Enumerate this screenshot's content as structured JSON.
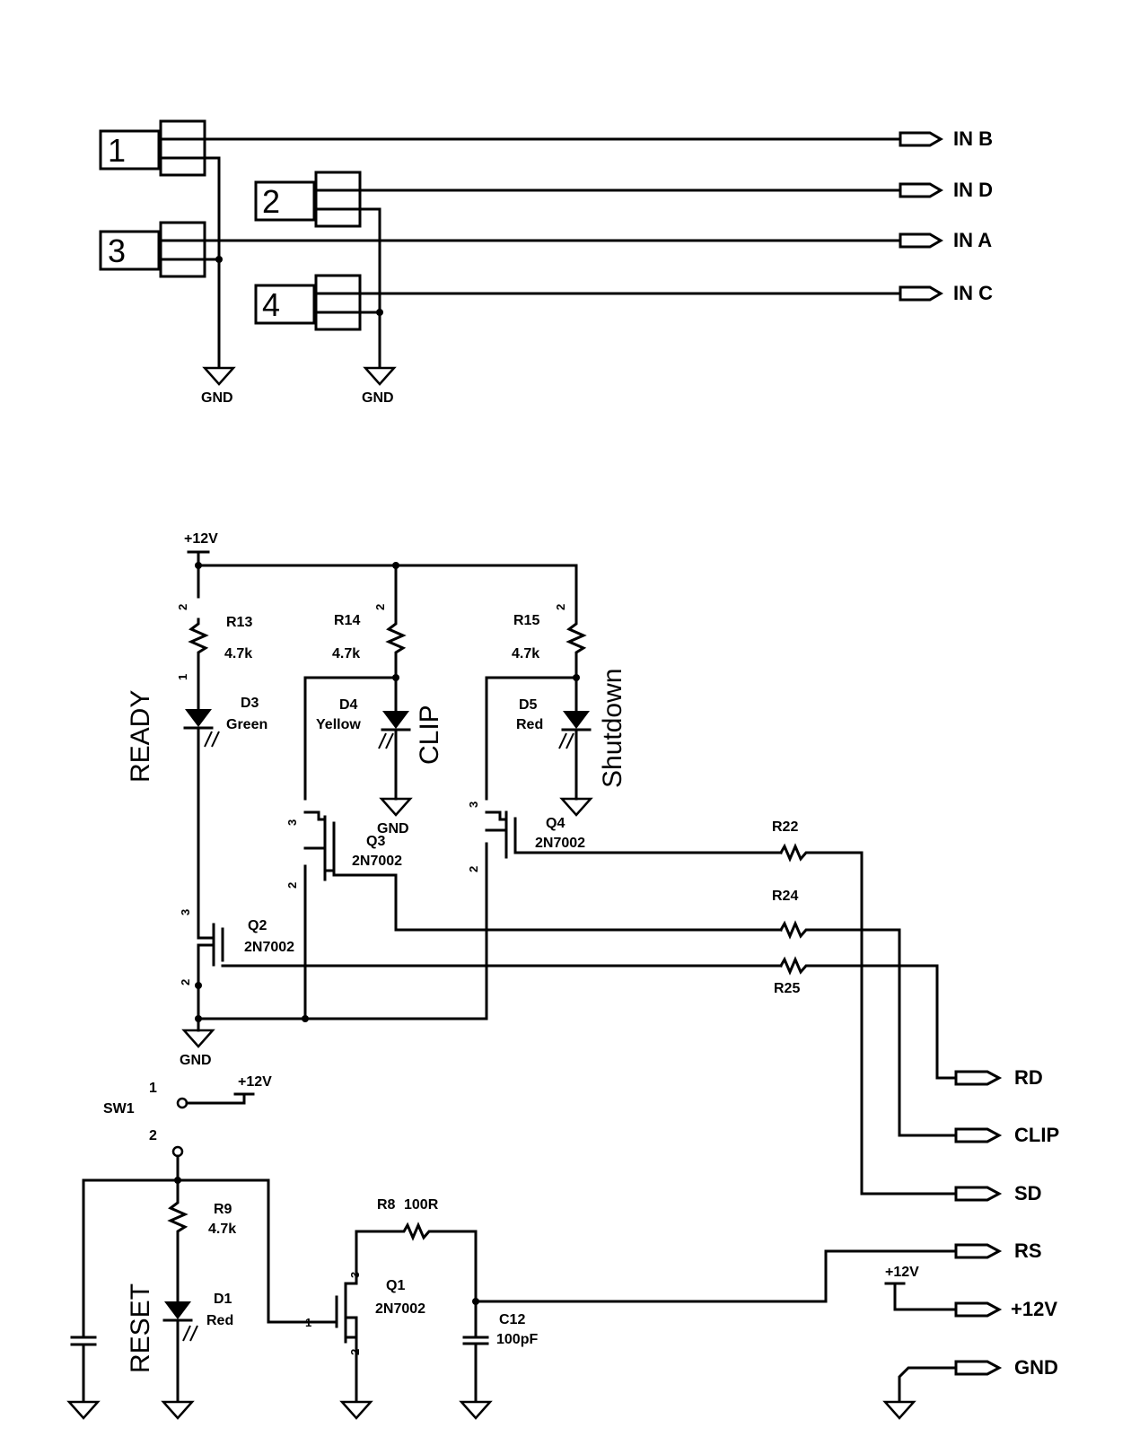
{
  "connectors": {
    "c1": "1",
    "c2": "2",
    "c3": "3",
    "c4": "4"
  },
  "input_nets": {
    "in_b": "IN B",
    "in_d": "IN D",
    "in_a": "IN A",
    "in_c": "IN C"
  },
  "ground_label": "GND",
  "supply_label": "+12V",
  "resistors": {
    "r13": {
      "ref": "R13",
      "value": "4.7k"
    },
    "r14": {
      "ref": "R14",
      "value": "4.7k"
    },
    "r15": {
      "ref": "R15",
      "value": "4.7k"
    },
    "r9": {
      "ref": "R9",
      "value": "4.7k"
    },
    "r8": {
      "ref": "R8",
      "value": "100R"
    },
    "r22": {
      "ref": "R22"
    },
    "r24": {
      "ref": "R24"
    },
    "r25": {
      "ref": "R25"
    }
  },
  "leds": {
    "d3": {
      "ref": "D3",
      "color": "Green"
    },
    "d4": {
      "ref": "D4",
      "color": "Yellow"
    },
    "d5": {
      "ref": "D5",
      "color": "Red"
    },
    "d1": {
      "ref": "D1",
      "color": "Red"
    }
  },
  "transistors": {
    "q1": {
      "ref": "Q1",
      "part": "2N7002"
    },
    "q2": {
      "ref": "Q2",
      "part": "2N7002"
    },
    "q3": {
      "ref": "Q3",
      "part": "2N7002"
    },
    "q4": {
      "ref": "Q4",
      "part": "2N7002"
    }
  },
  "capacitor": {
    "ref": "C12",
    "value": "100pF"
  },
  "switch": {
    "ref": "SW1",
    "pin1": "1",
    "pin2": "2"
  },
  "pins": {
    "one": "1",
    "two": "2",
    "three": "3"
  },
  "indicator_labels": {
    "ready": "READY",
    "clip": "CLIP",
    "shutdown": "Shutdown",
    "reset": "RESET"
  },
  "output_nets": {
    "rd": "RD",
    "clip": "CLIP",
    "sd": "SD",
    "rs": "RS",
    "v12": "+12V",
    "gnd": "GND"
  }
}
